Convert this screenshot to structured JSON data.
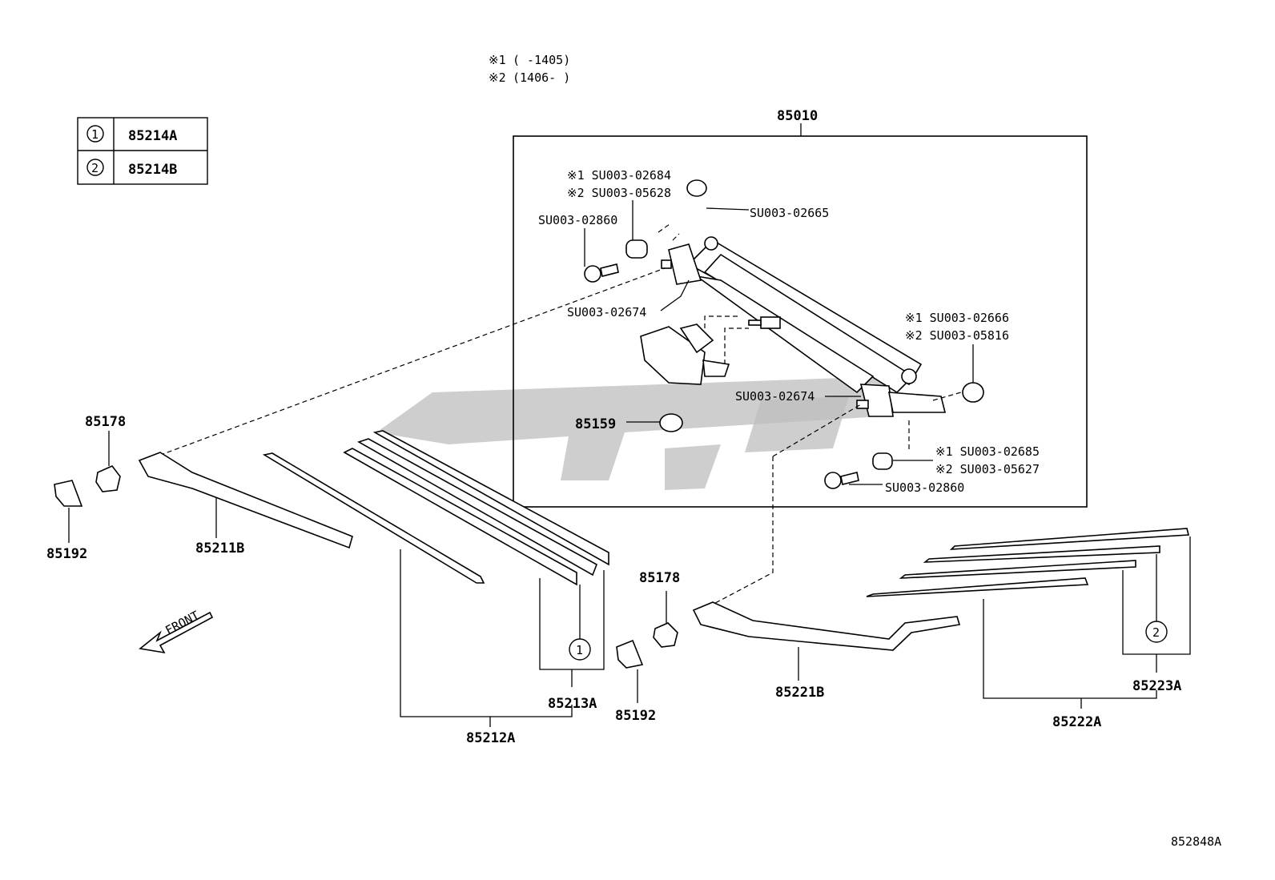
{
  "legend": {
    "rows": [
      {
        "symbol": "1",
        "part": "85214A"
      },
      {
        "symbol": "2",
        "part": "85214B"
      }
    ]
  },
  "notes": [
    {
      "mark": "※1",
      "range": "(      -1405)"
    },
    {
      "mark": "※2",
      "range": "(1406-      )"
    }
  ],
  "labels": {
    "assembly": "85010",
    "bolt_left": "SU003-02860",
    "bush_left_1": "※1 SU003-02684",
    "bush_left_2": "※2 SU003-05628",
    "cap_top": "SU003-02665",
    "pivot_left": "SU003-02674",
    "bush_right_1": "※1 SU003-02666",
    "bush_right_2": "※2 SU003-05816",
    "pivot_right": "SU003-02674",
    "grommet": "85159",
    "bush_lower_1": "※1 SU003-02685",
    "bush_lower_2": "※2 SU003-05627",
    "bolt_right": "SU003-02860",
    "nut_left": "85178",
    "cap_left": "85192",
    "arm_left": "85211B",
    "rubber_left": "85213A",
    "blade_left": "85212A",
    "front": "FRONT",
    "nut_right": "85178",
    "cap_right": "85192",
    "arm_right": "85221B",
    "blade_right": "85222A",
    "rubber_right": "85223A",
    "circle_1": "1",
    "circle_2": "2",
    "diagram_id": "852848A"
  },
  "watermark_icon": "logo-watermark"
}
